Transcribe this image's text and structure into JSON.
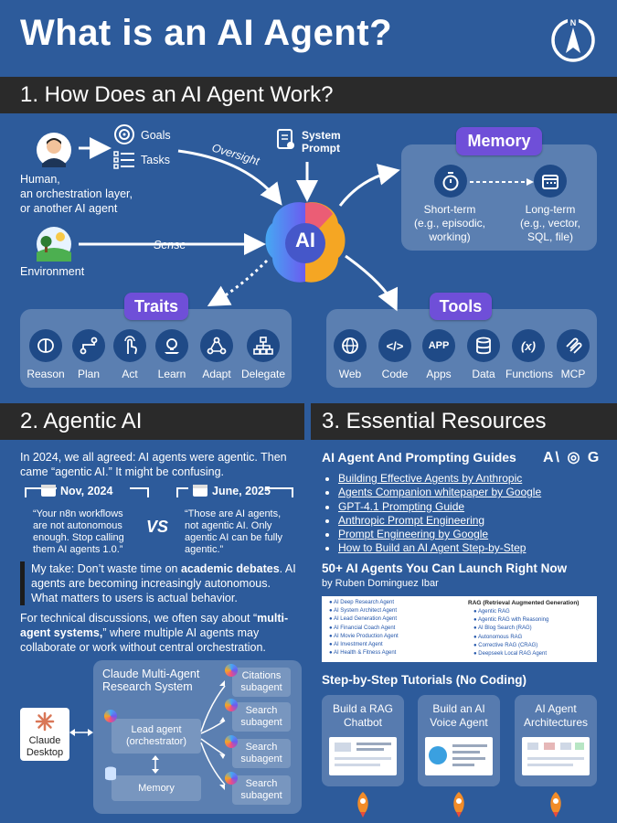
{
  "title": "What is an AI Agent?",
  "section1": {
    "heading": "1. How Does an AI Agent Work?",
    "goals": "Goals",
    "tasks": "Tasks",
    "system_prompt_1": "System",
    "system_prompt_2": "Prompt",
    "oversight": "Oversight",
    "sense": "Sense",
    "human_1": "Human,",
    "human_2": "an orchestration layer,",
    "human_3": "or another AI agent",
    "environment": "Environment",
    "ai_label": "AI",
    "memory": {
      "title": "Memory",
      "short_1": "Short-term",
      "short_2": "(e.g., episodic,",
      "short_3": "working)",
      "long_1": "Long-term",
      "long_2": "(e.g., vector,",
      "long_3": "SQL, file)"
    },
    "traits": {
      "title": "Traits",
      "items": [
        "Reason",
        "Plan",
        "Act",
        "Learn",
        "Adapt",
        "Delegate"
      ]
    },
    "tools": {
      "title": "Tools",
      "items": [
        "Web",
        "Code",
        "Apps",
        "Data",
        "Functions",
        "MCP"
      ],
      "code_glyph": "</>",
      "app_glyph": "APP",
      "fx_glyph": "(x)"
    }
  },
  "section2": {
    "heading": "2. Agentic AI",
    "intro_1": "In 2024, we all agreed: AI agents were agentic. Then",
    "intro_2": "came “agentic AI.” It might be confusing.",
    "date_left": "Nov, 2024",
    "quote_left_1": "“Your n8n workflows",
    "quote_left_2": "are not autonomous",
    "quote_left_3": "enough. Stop calling",
    "quote_left_4": "them AI agents 1.0.”",
    "vs": "VS",
    "date_right": "June, 2025",
    "quote_right_1": "“Those are AI agents,",
    "quote_right_2": "not agentic AI. Only",
    "quote_right_3": "agentic AI can be fully",
    "quote_right_4": "agentic.”",
    "take_a": "My take: Don’t waste time on ",
    "take_b": "academic debates",
    "take_c": ". AI",
    "take_2": "agents are becoming increasingly autonomous.",
    "take_3": "What matters to users is actual behavior.",
    "tech_a": "For technical discussions, we often say about “",
    "tech_b": "multi-",
    "tech_c": "agent systems,",
    "tech_d": "” where multiple AI agents may",
    "tech_3": "collaborate or work without central orchestration.",
    "claude_title_1": "Claude Multi-Agent",
    "claude_title_2": "Research System",
    "claude_desktop_1": "Claude",
    "claude_desktop_2": "Desktop",
    "lead_1": "Lead agent",
    "lead_2": "(orchestrator)",
    "memory": "Memory",
    "subagents": [
      [
        "Citations",
        "subagent"
      ],
      [
        "Search",
        "subagent"
      ],
      [
        "Search",
        "subagent"
      ],
      [
        "Search",
        "subagent"
      ]
    ]
  },
  "section3": {
    "heading": "3. Essential Resources",
    "guides_title": "AI Agent And Prompting Guides",
    "logos": "A\\ ◎ G",
    "links": [
      "Building Effective Agents by Anthropic",
      "Agents Companion whitepaper by Google",
      "GPT-4.1 Prompting Guide",
      "Anthropic Prompt Engineering",
      "Prompt Engineering by Google",
      "How to Build an AI Agent Step-by-Step"
    ],
    "agents_title": "50+ AI Agents You Can Launch Right Now",
    "agents_author": "by Ruben Dominguez Ibar",
    "list_left": [
      "AI Deep Research Agent",
      "AI System Architect Agent",
      "AI Lead Generation Agent",
      "AI Financial Coach Agent",
      "AI Movie Production Agent",
      "AI Investment Agent",
      "AI Health & Fitness Agent"
    ],
    "list_right_title": "RAG (Retrieval Augmented Generation)",
    "list_right": [
      "Agentic RAG",
      "Agentic RAG with Reasoning",
      "AI Blog Search (RAG)",
      "Autonomous RAG",
      "Corrective RAG (CRAG)",
      "Deepseek Local RAG Agent"
    ],
    "tutorials_title": "Step-by-Step Tutorials (No Coding)",
    "tutorials": [
      [
        "Build a RAG",
        "Chatbot"
      ],
      [
        "Build an AI",
        "Voice Agent"
      ],
      [
        "AI Agent",
        "Architectures"
      ]
    ]
  },
  "colors": {
    "background": "#2d5b9b",
    "header_bar": "#2a2a2a",
    "pill_purple": "#6f4fd8",
    "icon_circle": "#1f4a87"
  }
}
